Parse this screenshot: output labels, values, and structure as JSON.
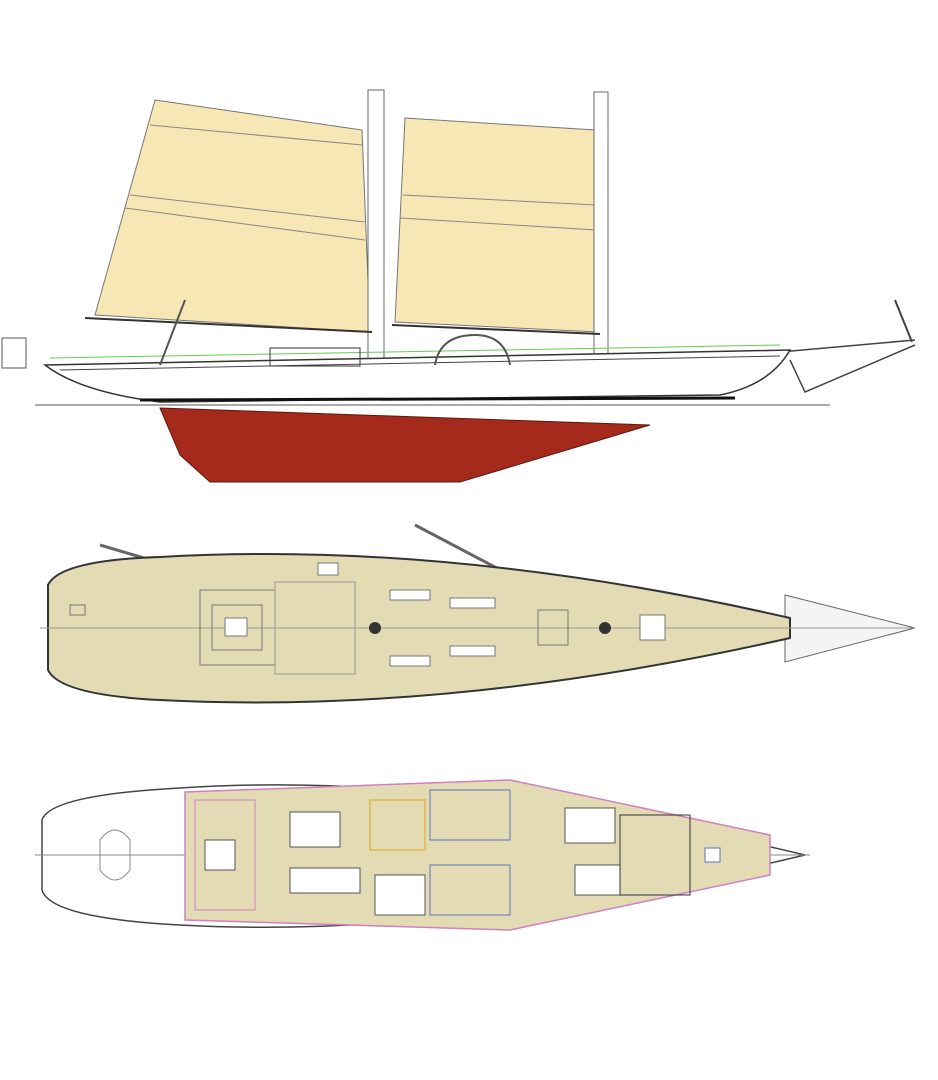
{
  "colors": {
    "sail": "#f7e7b4",
    "keel": "#a52a1c",
    "deck": "#e2dbb4",
    "hull_outline": "#444444",
    "fitting": "#66cc55",
    "interior_pink": "#d080c0",
    "interior_blue": "#6070c0",
    "interior_yellow": "#e0c060"
  },
  "views": [
    "sail-plan",
    "deck-plan",
    "interior-plan"
  ]
}
